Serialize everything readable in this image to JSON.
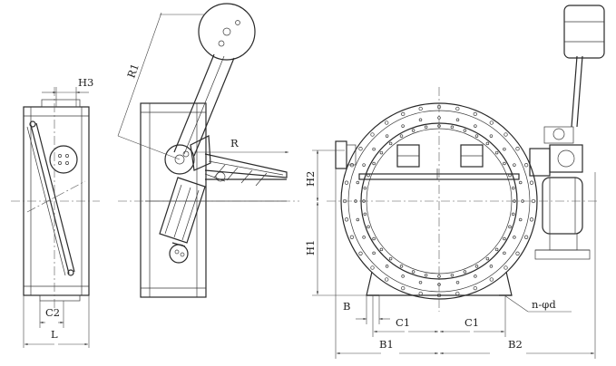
{
  "dimension_labels": {
    "h3": "H3",
    "c2": "C2",
    "l": "L",
    "r1": "R1",
    "r": "R",
    "h2": "H2",
    "h1": "H1",
    "b": "B",
    "c1_left": "C1",
    "c1_right": "C1",
    "b1": "B1",
    "b2": "B2",
    "n_phi_d": "n-φd"
  },
  "colors": {
    "line": "#2a2a2a",
    "background": "#ffffff"
  }
}
